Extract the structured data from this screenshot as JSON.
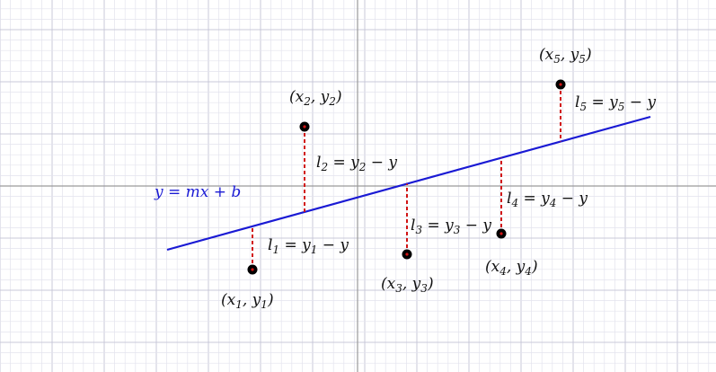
{
  "diagram": {
    "line_equation": "y = mx + b",
    "colors": {
      "line": "#1a1ad4",
      "residual": "#d11414",
      "point": "#000000",
      "point_center": "#d11414",
      "grid_minor": "#e3e3ee",
      "grid_major": "#c9c9d8",
      "axis": "#9a9a9a"
    },
    "points": [
      {
        "label_var": "x",
        "label_sub": "1",
        "label_var2": "y",
        "label_sub2": "1",
        "residual": {
          "l": "l",
          "l_sub": "1",
          "y": "y",
          "y_sub": "1",
          "rhs": "y"
        }
      },
      {
        "label_var": "x",
        "label_sub": "2",
        "label_var2": "y",
        "label_sub2": "2",
        "residual": {
          "l": "l",
          "l_sub": "2",
          "y": "y",
          "y_sub": "2",
          "rhs": "y"
        }
      },
      {
        "label_var": "x",
        "label_sub": "3",
        "label_var2": "y",
        "label_sub2": "3",
        "residual": {
          "l": "l",
          "l_sub": "3",
          "y": "y",
          "y_sub": "3",
          "rhs": "y"
        }
      },
      {
        "label_var": "x",
        "label_sub": "4",
        "label_var2": "y",
        "label_sub2": "4",
        "residual": {
          "l": "l",
          "l_sub": "4",
          "y": "y",
          "y_sub": "4",
          "rhs": "y"
        }
      },
      {
        "label_var": "x",
        "label_sub": "5",
        "label_var2": "y",
        "label_sub2": "5",
        "residual": {
          "l": "l",
          "l_sub": "5",
          "y": "y",
          "y_sub": "5",
          "rhs": "y"
        }
      }
    ]
  }
}
